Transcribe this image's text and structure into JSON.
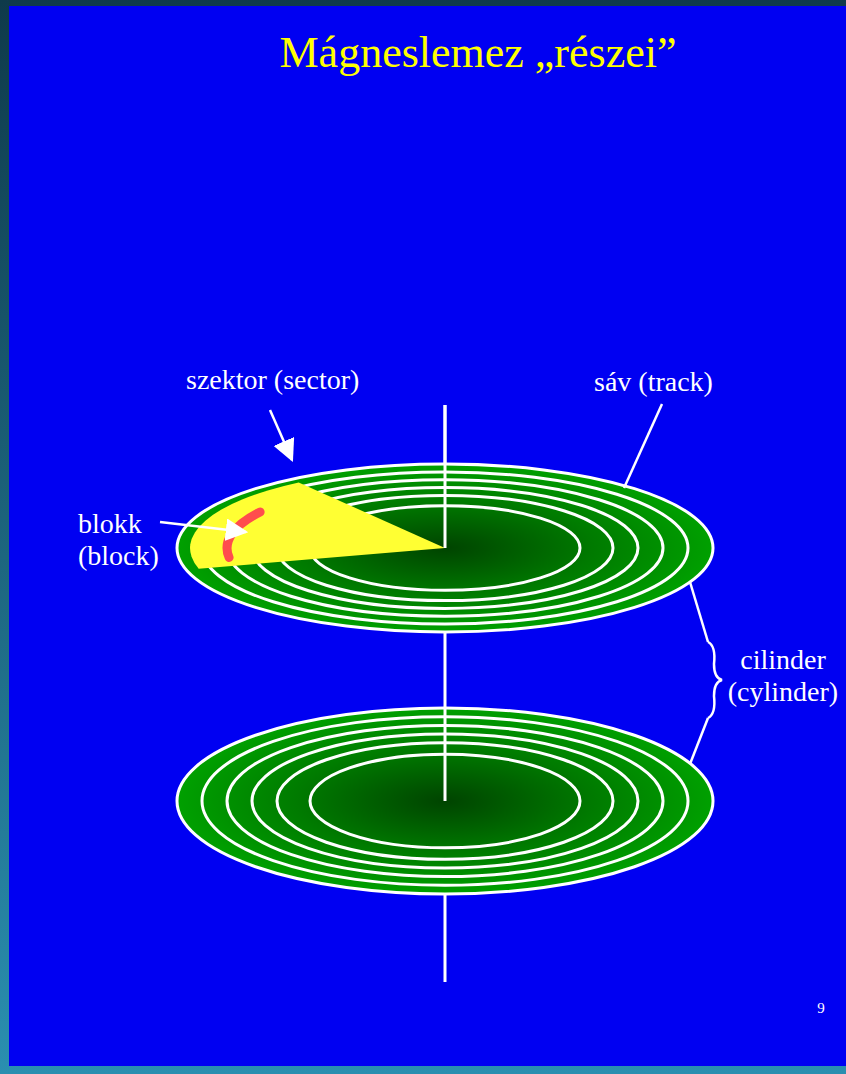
{
  "diagram": {
    "title": "Mágneslemez „részei”",
    "labels": [
      "szektor (sector)",
      "sáv (track)",
      "blokk (block)",
      "cilinder (cylinder)",
      "9"
    ]
  }
}
